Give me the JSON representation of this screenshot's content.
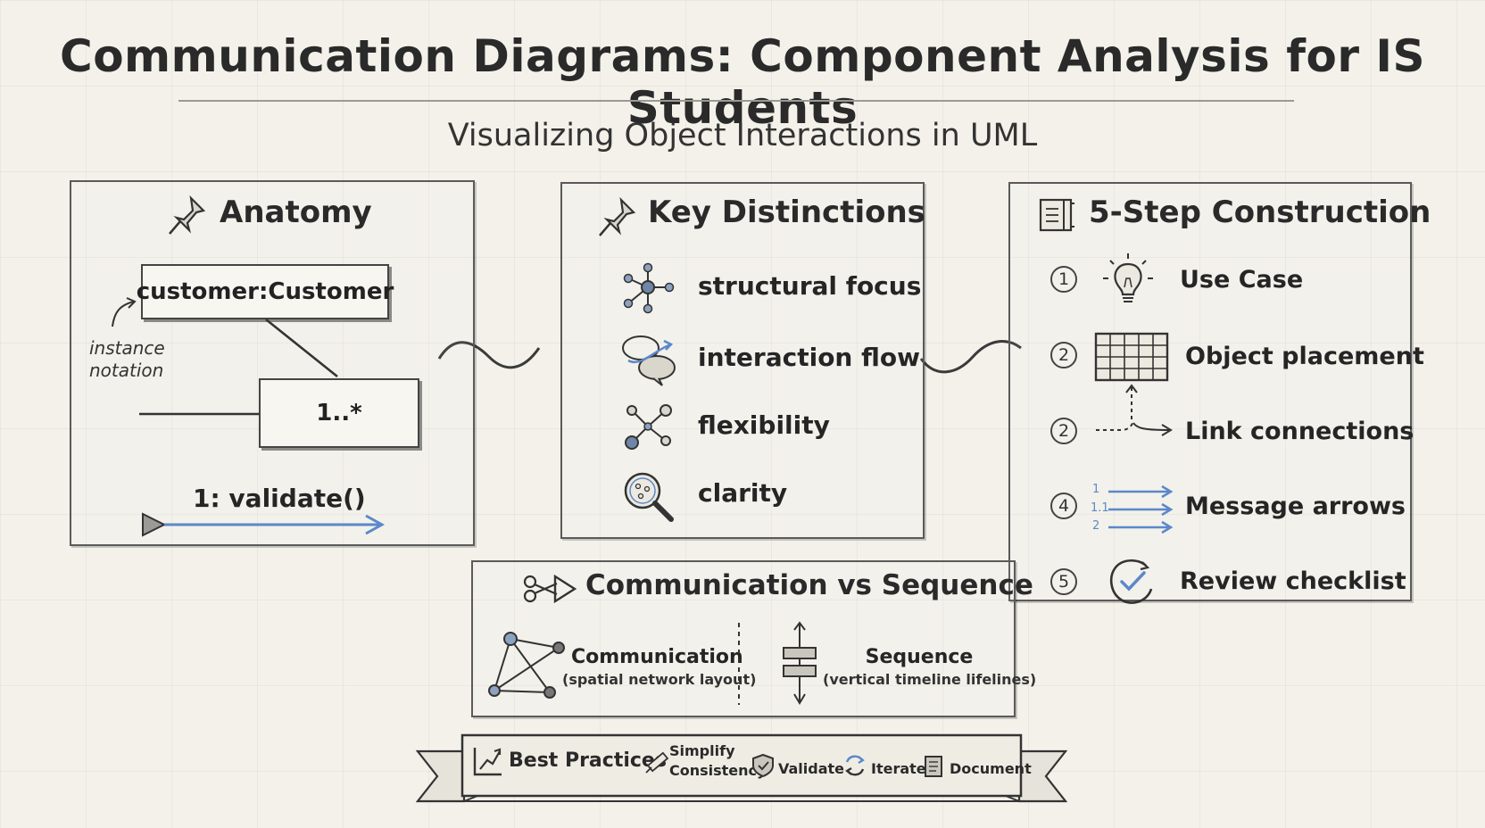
{
  "title": "Communication Diagrams: Component Analysis for IS Students",
  "subtitle": "Visualizing Object Interactions in UML",
  "anatomy": {
    "heading": "Anatomy",
    "heading_icon": "pushpin-icon",
    "object_label": "customer:Customer",
    "instance_note_line1": "instance",
    "instance_note_line2": "notation",
    "multiplicity_label": "1..*",
    "message_label": "1: validate()"
  },
  "distinctions": {
    "heading": "Key Distinctions",
    "heading_icon": "pushpin-icon",
    "items": [
      {
        "label": "structural focus",
        "icon": "network-hub-icon"
      },
      {
        "label": "interaction flow",
        "icon": "speech-bubbles-icon"
      },
      {
        "label": "flexibility",
        "icon": "node-graph-icon"
      },
      {
        "label": "clarity",
        "icon": "magnifier-icon"
      }
    ]
  },
  "construction": {
    "heading": "5-Step Construction",
    "heading_icon": "notebook-icon",
    "steps": [
      {
        "number": "1",
        "label": "Use Case",
        "icon": "lightbulb-icon"
      },
      {
        "number": "2",
        "label": "Object placement",
        "icon": "grid-icon"
      },
      {
        "number": "2",
        "label": "Link connections",
        "icon": "dashed-link-arrow-icon"
      },
      {
        "number": "4",
        "label": "Message arrows",
        "icon": "numbered-arrows-icon"
      },
      {
        "number": "5",
        "label": "Review checklist",
        "icon": "check-circle-icon"
      }
    ],
    "arrow_numbers": [
      "1",
      "1.1",
      "2"
    ]
  },
  "comparison": {
    "heading": "Communication vs Sequence",
    "heading_icon": "scissors-arrow-icon",
    "left_title": "Communication",
    "left_sub": "(spatial network layout)",
    "right_title": "Sequence",
    "right_sub": "(vertical timeline lifelines)"
  },
  "best_practices": {
    "label": "Best Practices",
    "icon": "growth-chart-icon",
    "simplify": "Simplify",
    "consistency": "Consistency",
    "validate": "Validate",
    "iterate": "Iterate",
    "document": "Document"
  },
  "colors": {
    "accent_blue": "#5b88c9",
    "ink": "#2b2b2b",
    "paper": "#f3f1ea"
  }
}
